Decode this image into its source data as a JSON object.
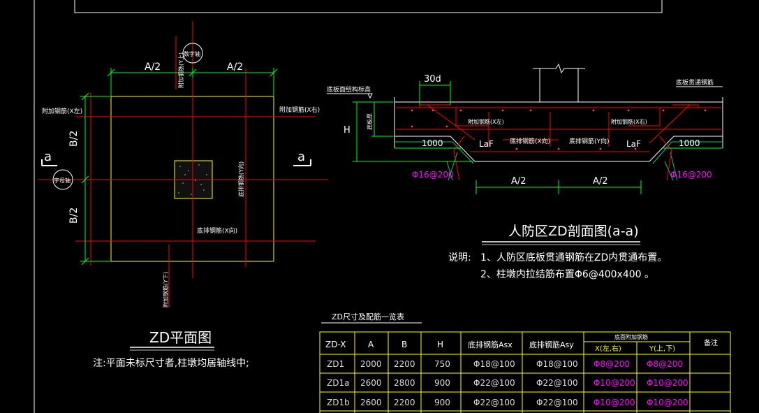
{
  "plan": {
    "dim_a_half_left": "A/2",
    "dim_a_half_right": "A/2",
    "dim_b_half_top": "B/2",
    "dim_b_half_bottom": "B/2",
    "axis_num_label": "数字轴",
    "axis_letter_label": "字母轴",
    "addbar_y_top": "附加钢筋(Y上)",
    "addbar_x_left": "附加钢筋(X左)",
    "addbar_x_right": "附加钢筋(X右)",
    "addbar_y_bottom": "附加钢筋(Y下)",
    "bottom_bar_y": "底排钢筋(Y向)",
    "bottom_bar_x": "底排钢筋(X向)",
    "section_mark_left": "a",
    "section_mark_right": "a",
    "title": "ZD平面图",
    "note": "注:平面未标尺寸者,柱墩均居轴线中;"
  },
  "section": {
    "dim_30d": "30d",
    "label_top_structure": "底板面结构标高",
    "label_through_bars": "底板贯通钢筋",
    "label_slab_thickness": "底板厚",
    "label_h": "H",
    "label_add_left": "附加钢筋(X左)",
    "label_add_right": "附加钢筋(X右)",
    "label_bot_x": "底排钢筋(X向)",
    "label_bot_y": "底排钢筋(Y向)",
    "dim_1000_left": "1000",
    "dim_1000_right": "1000",
    "label_laf_left": "LaF",
    "label_laf_right": "LaF",
    "rebar_left": "Φ16@200",
    "rebar_right": "Φ16@200",
    "dim_a_half_left": "A/2",
    "dim_a_half_right": "A/2",
    "title": "人防区ZD剖面图(a-a)",
    "notes_label": "说明:",
    "note1": "1、人防区底板贯通钢筋在ZD内贯通布置。",
    "note2": "2、柱墩内拉结筋布置Φ6@400x400 。"
  },
  "table": {
    "title": "ZD尺寸及配筋一览表",
    "headers": [
      "ZD-X",
      "A",
      "B",
      "H",
      "底排钢筋Asx",
      "底排钢筋Asy",
      "底面附加钢筋",
      "备注"
    ],
    "subheaders": [
      "X(左,右)",
      "Y(上,下)"
    ],
    "rows": [
      [
        "ZD1",
        "2000",
        "2200",
        "750",
        "Φ18@100",
        "Φ18@100",
        "Φ8@200",
        "Φ8@200",
        ""
      ],
      [
        "ZD1a",
        "2600",
        "2800",
        "900",
        "Φ22@100",
        "Φ22@100",
        "Φ10@200",
        "Φ10@200",
        ""
      ],
      [
        "ZD1b",
        "2600",
        "2200",
        "900",
        "Φ22@100",
        "Φ22@100",
        "Φ10@200",
        "Φ10@200",
        ""
      ]
    ]
  },
  "colors": {
    "background": "#000000",
    "outline": "#ffffff",
    "column": "#ffff00",
    "rebar": "#ff0000",
    "dimension": "#00ff00",
    "magenta": "#ff00ff",
    "yellow": "#ffff00"
  }
}
